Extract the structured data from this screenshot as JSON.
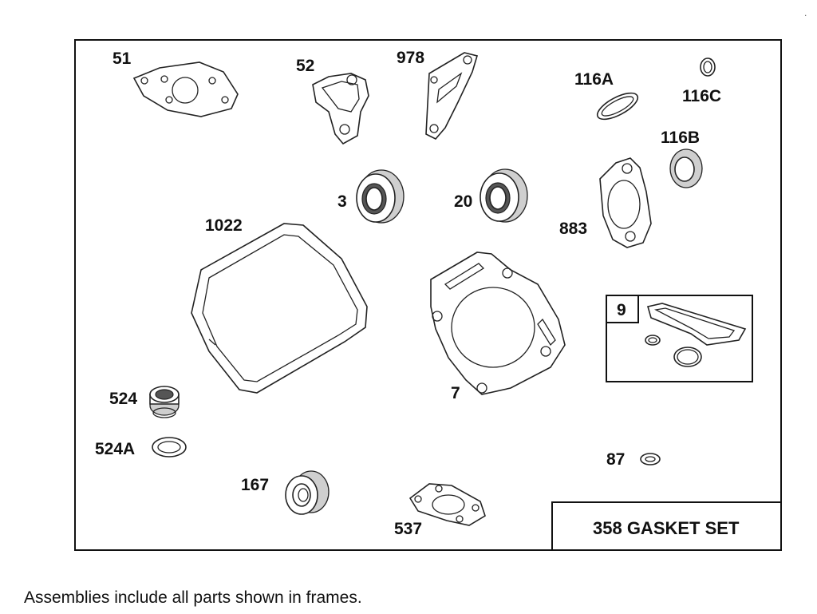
{
  "labels": {
    "p51": "51",
    "p52": "52",
    "p978": "978",
    "p116a": "116A",
    "p116c": "116C",
    "p116b": "116B",
    "p3": "3",
    "p20": "20",
    "p883": "883",
    "p1022": "1022",
    "p9": "9",
    "p7": "7",
    "p524": "524",
    "p524a": "524A",
    "p87": "87",
    "p167": "167",
    "p537": "537"
  },
  "gasket_set_label": "358 GASKET SET",
  "footer_note": "Assemblies include all parts shown in frames."
}
